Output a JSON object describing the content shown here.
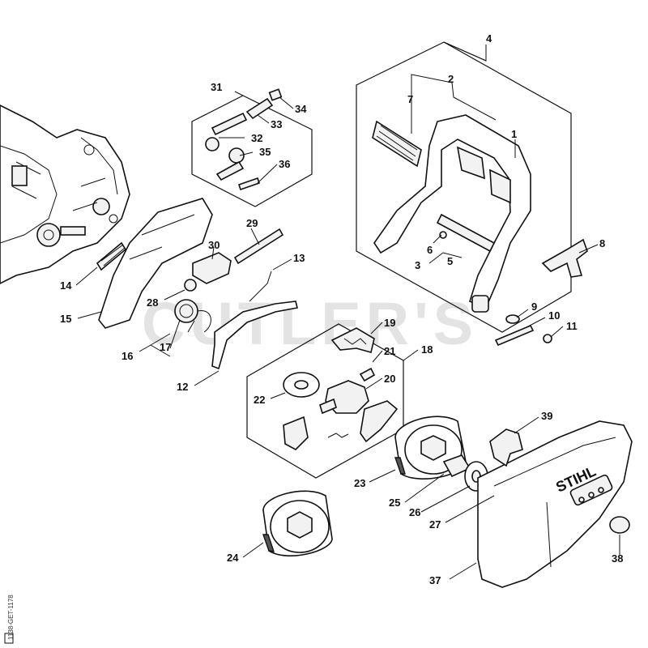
{
  "watermark": "CUTLER'S",
  "brand": "STIHL",
  "side_code": "1138-GET-1178",
  "callouts": [
    {
      "id": "1",
      "text": "1"
    },
    {
      "id": "2",
      "text": "2"
    },
    {
      "id": "3",
      "text": "3"
    },
    {
      "id": "4",
      "text": "4"
    },
    {
      "id": "5",
      "text": "5"
    },
    {
      "id": "6",
      "text": "6"
    },
    {
      "id": "7",
      "text": "7"
    },
    {
      "id": "8",
      "text": "8"
    },
    {
      "id": "9",
      "text": "9"
    },
    {
      "id": "10",
      "text": "10"
    },
    {
      "id": "11",
      "text": "11"
    },
    {
      "id": "12",
      "text": "12"
    },
    {
      "id": "13",
      "text": "13"
    },
    {
      "id": "14",
      "text": "14"
    },
    {
      "id": "15",
      "text": "15"
    },
    {
      "id": "16",
      "text": "16"
    },
    {
      "id": "17",
      "text": "17"
    },
    {
      "id": "18",
      "text": "18"
    },
    {
      "id": "19",
      "text": "19"
    },
    {
      "id": "20",
      "text": "20"
    },
    {
      "id": "21",
      "text": "21"
    },
    {
      "id": "22",
      "text": "22"
    },
    {
      "id": "23",
      "text": "23"
    },
    {
      "id": "24",
      "text": "24"
    },
    {
      "id": "25",
      "text": "25"
    },
    {
      "id": "26",
      "text": "26"
    },
    {
      "id": "27",
      "text": "27"
    },
    {
      "id": "28",
      "text": "28"
    },
    {
      "id": "29",
      "text": "29"
    },
    {
      "id": "30",
      "text": "30"
    },
    {
      "id": "31",
      "text": "31"
    },
    {
      "id": "32",
      "text": "32"
    },
    {
      "id": "33",
      "text": "33"
    },
    {
      "id": "34",
      "text": "34"
    },
    {
      "id": "35",
      "text": "35"
    },
    {
      "id": "36",
      "text": "36"
    },
    {
      "id": "37",
      "text": "37"
    },
    {
      "id": "38",
      "text": "38"
    },
    {
      "id": "39",
      "text": "39"
    }
  ]
}
